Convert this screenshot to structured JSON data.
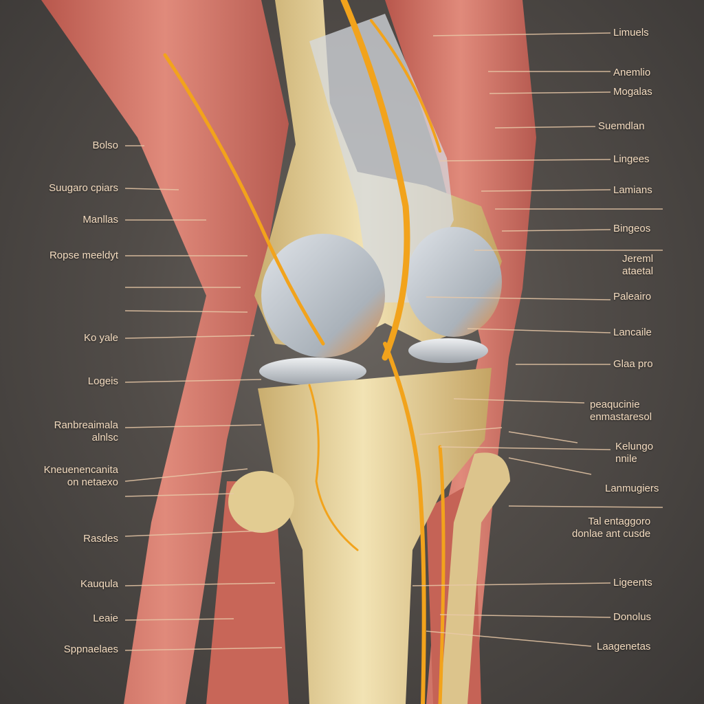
{
  "colors": {
    "background": "#4a4643",
    "muscle": "#d9776a",
    "bone": "#e6d3a0",
    "cartilage": "#c9ccd1",
    "nerve": "#f2a31c",
    "label_text": "#f4dcc0",
    "leader_line": "#e9c9a8"
  },
  "labels": {
    "left": [
      {
        "text": "Bolso"
      },
      {
        "text": "Suugaro cpiars"
      },
      {
        "text": "Manllas"
      },
      {
        "text": "Ropse meeldyt"
      },
      {
        "text": "Ko yale"
      },
      {
        "text": "Logeis"
      },
      {
        "text": "Ranbreaimala",
        "text2": "alnlsc"
      },
      {
        "text": "Kneuenencanita",
        "text2": "on netaexo"
      },
      {
        "text": "Rasdes"
      },
      {
        "text": "Kauqula"
      },
      {
        "text": "Leaie"
      },
      {
        "text": "Sppnaelaes"
      }
    ],
    "right": [
      {
        "text": "Limuels"
      },
      {
        "text": "Anemlio"
      },
      {
        "text": "Mogalas"
      },
      {
        "text": "Suemdlan"
      },
      {
        "text": "Lingees"
      },
      {
        "text": "Lamians"
      },
      {
        "text": "Bingeos"
      },
      {
        "text": "Jereml",
        "text2": "ataetal"
      },
      {
        "text": "Paleairo"
      },
      {
        "text": "Lancaile"
      },
      {
        "text": "Glaa pro"
      },
      {
        "text": "peaqucinie",
        "text2": "enmastaresol"
      },
      {
        "text": "Kelungo",
        "text2": "nnile"
      },
      {
        "text": "Lanmugiers"
      },
      {
        "text": "Tal entaggoro",
        "text2": "donlae ant cusde"
      },
      {
        "text": "Ligeents"
      },
      {
        "text": "Donolus"
      },
      {
        "text": "Laagenetas"
      }
    ]
  }
}
